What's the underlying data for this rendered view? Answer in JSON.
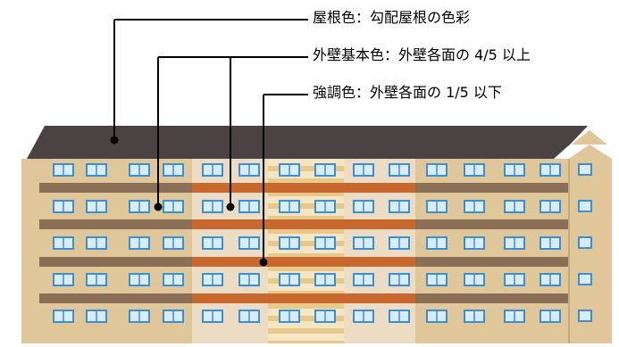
{
  "annotations": {
    "roof": "屋根色：勾配屋根の色彩",
    "base_wall": "外壁基本色：外壁各面の 4/5 以上",
    "accent": "強調色：外壁各面の 1/5 以下"
  },
  "colors": {
    "roof": "#4a4243",
    "wall_side": "#e0c79a",
    "wall_center": "#ecdcc4",
    "stair_stripe": "#f5e5c3",
    "stair_band": "#e7c98c",
    "balcony_side": "#8a6f56",
    "balcony_center": "#c8682e",
    "window_frame": "#3e8ed6",
    "window_glass": "#d8ecfb",
    "leader_line": "#000000"
  }
}
